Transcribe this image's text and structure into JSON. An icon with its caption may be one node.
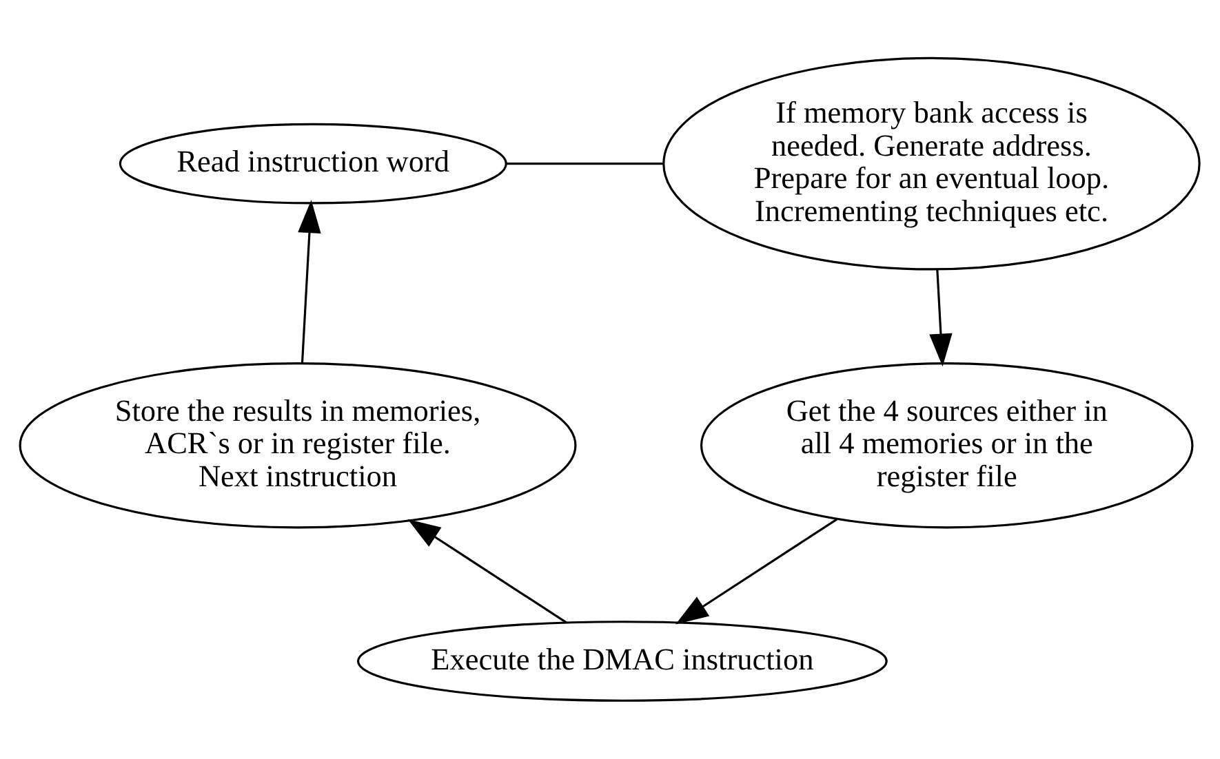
{
  "diagram": {
    "nodes": [
      {
        "text": [
          "Read instruction word"
        ]
      },
      {
        "text": [
          "If memory bank access is needed. Generate address. Prepare for an eventual loop. Incrementing techniques etc."
        ]
      },
      {
        "text": [
          "Get the 4 sources either in all 4 memories or in the register file"
        ]
      },
      {
        "text": [
          "Execute the DMAC instruction"
        ]
      },
      {
        "text": [
          "Store the results in memories, ACR`s or in register file. Next instruction"
        ]
      }
    ],
    "edges": [
      {
        "from": 0,
        "to": 1,
        "arrow": "none"
      },
      {
        "from": 1,
        "to": 2,
        "arrow": "to"
      },
      {
        "from": 2,
        "to": 3,
        "arrow": "to"
      },
      {
        "from": 3,
        "to": 4,
        "arrow": "to"
      },
      {
        "from": 4,
        "to": 0,
        "arrow": "to"
      }
    ]
  }
}
